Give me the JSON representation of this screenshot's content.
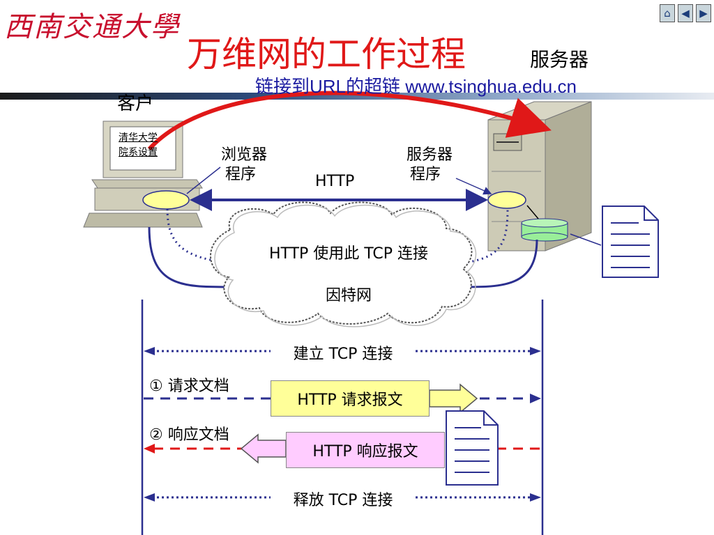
{
  "header": {
    "logo_text": "西南交通大學",
    "title": "万维网的工作过程",
    "title_suffix": "服务器"
  },
  "nav": {
    "home_icon": "⌂",
    "prev_icon": "◀",
    "next_icon": "▶"
  },
  "diagram": {
    "link_label": "链接到URL的超链  www.tsinghua.edu.cn",
    "client_label": "客户",
    "screen_line1": "清华大学",
    "screen_line2": "院系设置",
    "browser_label_1": "浏览器",
    "browser_label_2": "程序",
    "server_label_1": "服务器",
    "server_label_2": "程序",
    "http_label": "HTTP",
    "cloud_tcp_label": "HTTP 使用此 TCP 连接",
    "internet_label": "因特网"
  },
  "sequence": {
    "establish_label": "建立 TCP 连接",
    "request_step": "① 请求文档",
    "request_message": "HTTP 请求报文",
    "response_step": "② 响应文档",
    "response_message": "HTTP 响应报文",
    "release_label": "释放 TCP 连接"
  },
  "colors": {
    "title_red": "#e01818",
    "navy": "#2b2f8f",
    "request_box": "#ffff99",
    "response_box": "#ffccff",
    "dashed_red": "#e01818"
  }
}
